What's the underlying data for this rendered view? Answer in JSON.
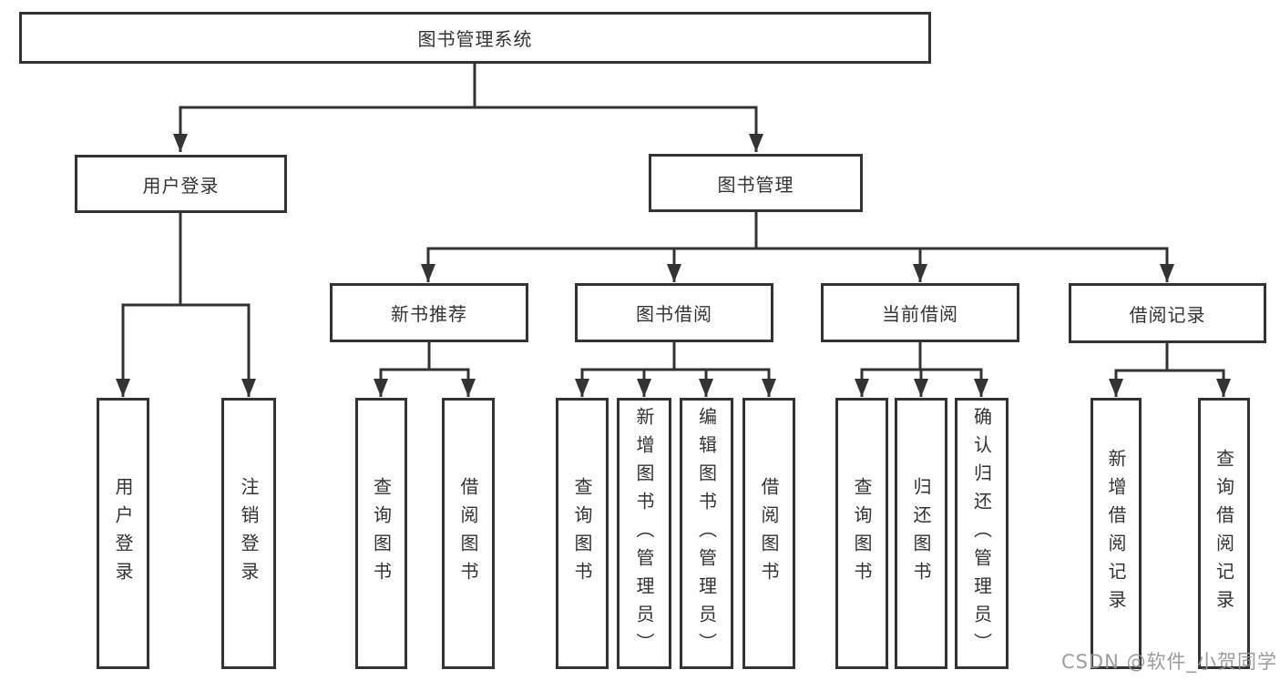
{
  "diagram": {
    "root": {
      "label": "图书管理系统"
    },
    "level2": [
      {
        "label": "用户登录"
      },
      {
        "label": "图书管理"
      }
    ],
    "level3": [
      {
        "label": "新书推荐"
      },
      {
        "label": "图书借阅"
      },
      {
        "label": "当前借阅"
      },
      {
        "label": "借阅记录"
      }
    ],
    "leaves": {
      "user_login": [
        "用户登录",
        "注销登录"
      ],
      "new_book_recommend": [
        "查询图书",
        "借阅图书"
      ],
      "book_borrow": [
        "查询图书",
        "新增图书（管理员）",
        "编辑图书（管理员）",
        "借阅图书"
      ],
      "current_borrow": [
        "查询图书",
        "归还图书",
        "确认归还（管理员）"
      ],
      "borrow_records": [
        "新增借阅记录",
        "查询借阅记录"
      ]
    },
    "colors": {
      "line": "#333333",
      "text": "#333333",
      "background": "#ffffff",
      "watermark": "#949494"
    },
    "watermark": "CSDN @软件_小贺同学"
  }
}
